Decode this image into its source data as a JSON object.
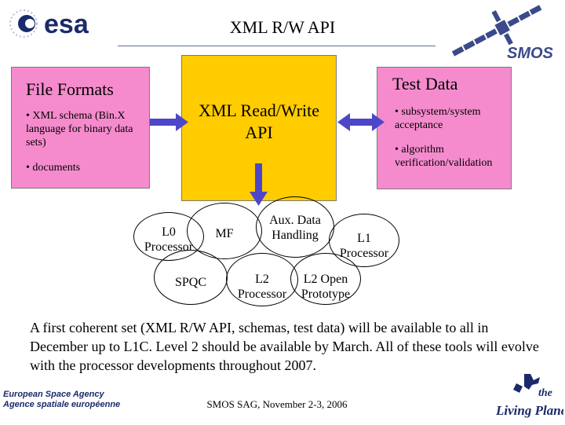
{
  "header": {
    "title": "XML R/W API",
    "esa_logo_text": "esa",
    "smos_logo_text": "SMOS"
  },
  "file_formats": {
    "heading": "File Formats",
    "bullet1": "• XML schema (Bin.X language for binary data sets)",
    "bullet2": "• documents"
  },
  "api_box": {
    "label_line1": "XML Read/Write",
    "label_line2": "API"
  },
  "test_data": {
    "heading": "Test Data",
    "bullet1": "• subsystem/system acceptance",
    "bullet2": "• algorithm verification/validation"
  },
  "processors": {
    "l0": [
      "L0",
      "Processor"
    ],
    "mf": "MF",
    "aux": [
      "Aux. Data",
      "Handling"
    ],
    "l1": [
      "L1",
      "Processor"
    ],
    "spqc": "SPQC",
    "l2": [
      "L2",
      "Processor"
    ],
    "l2open": [
      "L2 Open",
      "Prototype"
    ]
  },
  "summary": "A first coherent set (XML R/W API, schemas, test data) will be available to all in December up to L1C. Level 2 should be available by March. All of these tools will evolve with the processor developments throughout 2007.",
  "footer": {
    "event": "SMOS SAG, November 2-3, 2006",
    "agency_en": "European Space Agency",
    "agency_fr": "Agence spatiale européenne",
    "slogan_line1": "the",
    "slogan_line2": "Living Planet"
  },
  "colors": {
    "pink": "#f58bcd",
    "yellow": "#ffcc00",
    "arrow": "#4e46c8",
    "esa_blue": "#1b2a6b"
  }
}
